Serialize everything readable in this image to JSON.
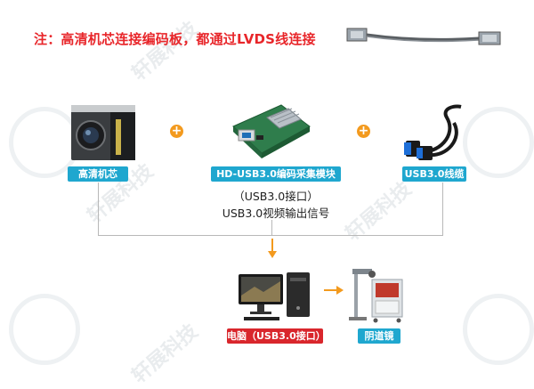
{
  "note": "注：高清机芯连接编码板，都通过LVDS线连接",
  "labels": {
    "camera": "高清机芯",
    "board": "HD-USB3.0编码采集模块",
    "cable": "USB3.0线缆",
    "computer": "电脑（USB3.0接口）",
    "colposcope": "阴道镜"
  },
  "board_desc": {
    "line1": "（USB3.0接口）",
    "line2": "USB3.0视频输出信号"
  },
  "plus": "+",
  "watermark": "轩展科技",
  "colors": {
    "note_red": "#e8262a",
    "label_blue": "#1fa7cf",
    "label_red": "#d9262c",
    "plus_orange": "#f39a1e",
    "line_gray": "#b8b8b8"
  }
}
